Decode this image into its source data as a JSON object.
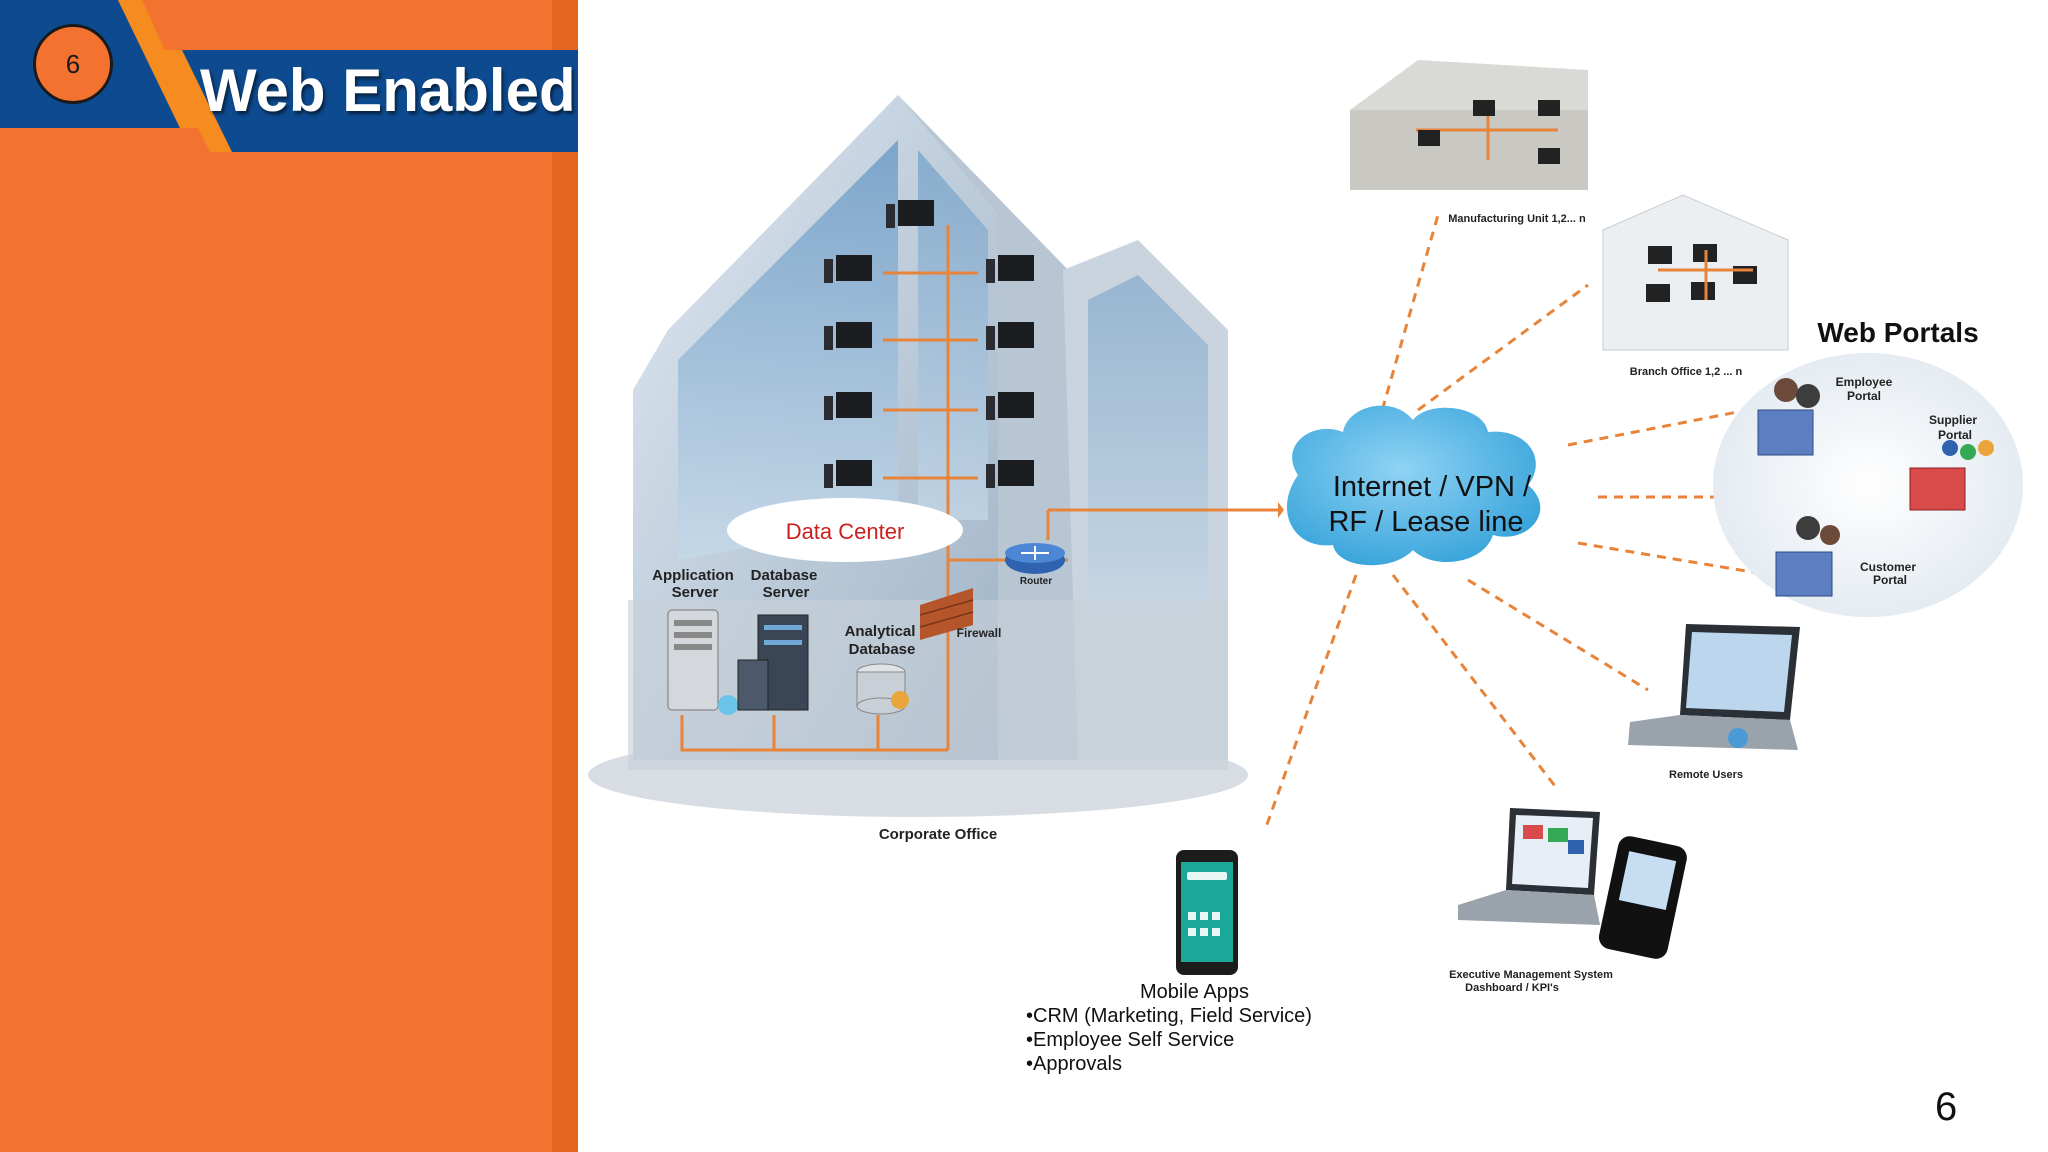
{
  "slide": {
    "badge": "6",
    "title": "Web Enabled",
    "page_number": "6"
  },
  "diagram": {
    "corporate_office": "Corporate Office",
    "data_center": "Data Center",
    "app_server": [
      "Application",
      "Server"
    ],
    "db_server": [
      "Database",
      "Server"
    ],
    "analytical_db": [
      "Analytical",
      "Database"
    ],
    "router": "Router",
    "firewall": "Firewall",
    "cloud": [
      "Internet / VPN /",
      "RF / Lease line"
    ],
    "manufacturing": "Manufacturing Unit 1,2... n",
    "branch": "Branch Office 1,2 ... n",
    "web_portals": "Web Portals",
    "employee_portal": [
      "Employee",
      "Portal"
    ],
    "supplier_portal": [
      "Supplier",
      "Portal"
    ],
    "customer_portal": [
      "Customer",
      "Portal"
    ],
    "remote_users": "Remote Users",
    "exec_system": [
      "Executive Management System",
      "Dashboard / KPI's"
    ],
    "mobile": {
      "title": "Mobile Apps",
      "items": [
        "•CRM (Marketing, Field Service)",
        "•Employee Self Service",
        "•Approvals"
      ]
    }
  },
  "colors": {
    "orange": "#f47230",
    "navy": "#0d4a8f",
    "connector": "#e8833a",
    "cloud": "#3aa7dc"
  }
}
